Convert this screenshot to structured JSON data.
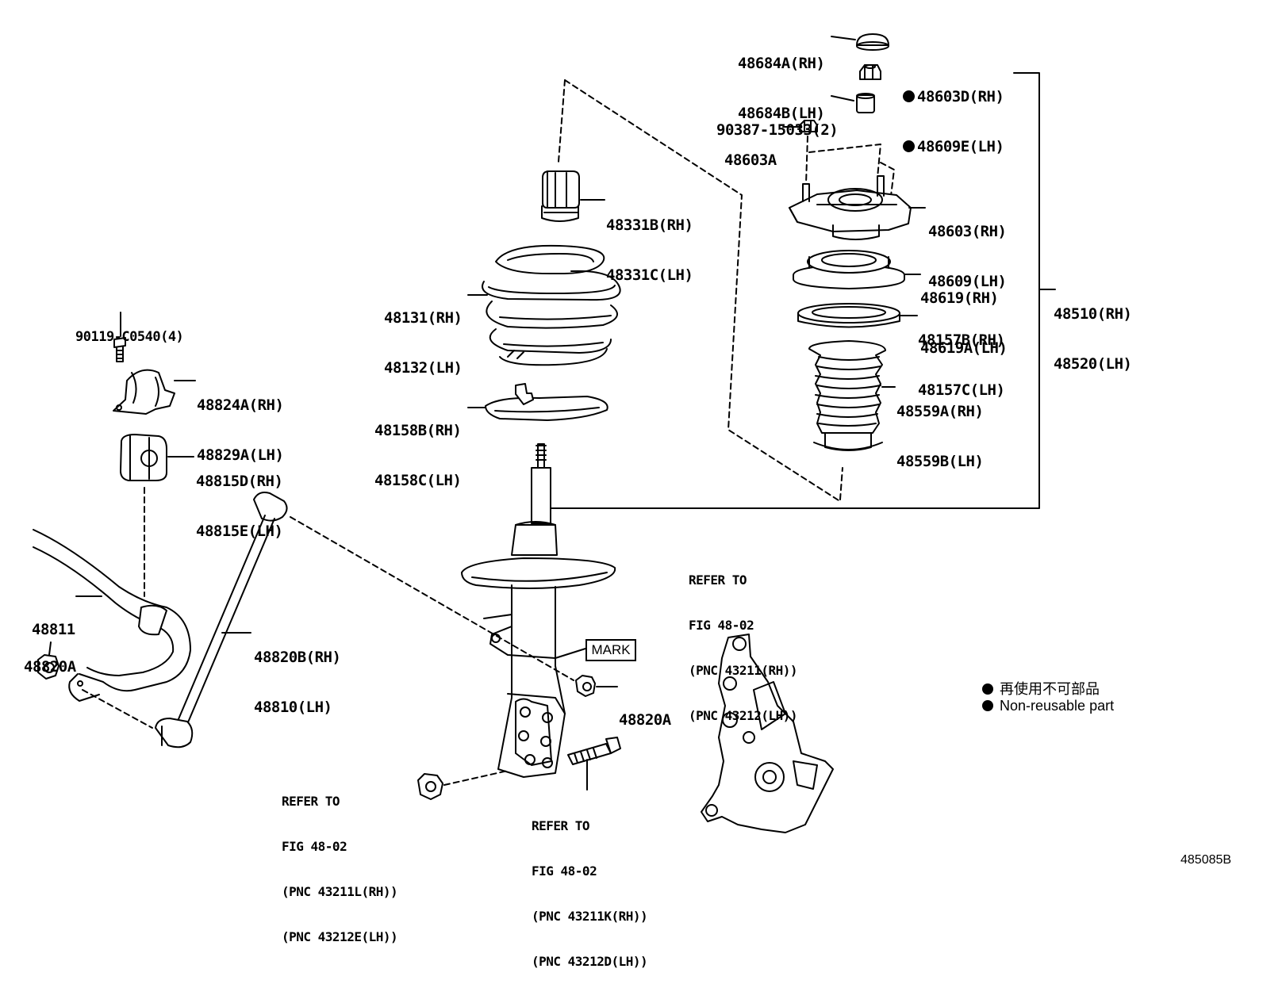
{
  "labels": {
    "p48684": [
      "48684A(RH)",
      "48684B(LH)"
    ],
    "p48603d": [
      "48603D(RH)",
      "48609E(LH)"
    ],
    "p90387": [
      "90387-15033(2)"
    ],
    "p48603a": [
      "48603A"
    ],
    "p48331": [
      "48331B(RH)",
      "48331C(LH)"
    ],
    "p48603": [
      "48603(RH)",
      "48609(LH)"
    ],
    "p48619": [
      "48619(RH)",
      "48619A(LH)"
    ],
    "p48510": [
      "48510(RH)",
      "48520(LH)"
    ],
    "p48131": [
      "48131(RH)",
      "48132(LH)"
    ],
    "p48157": [
      "48157B(RH)",
      "48157C(LH)"
    ],
    "p90119": [
      "90119-C0540(4)"
    ],
    "p48559": [
      "48559A(RH)",
      "48559B(LH)"
    ],
    "p48824": [
      "48824A(RH)",
      "48829A(LH)"
    ],
    "p48158": [
      "48158B(RH)",
      "48158C(LH)"
    ],
    "p48815": [
      "48815D(RH)",
      "48815E(LH)"
    ],
    "p48811": [
      "48811"
    ],
    "p48820a_left": [
      "48820A"
    ],
    "p48820b": [
      "48820B(RH)",
      "48810(LH)"
    ],
    "p48820a_right": [
      "48820A"
    ]
  },
  "refs": {
    "knuckle": [
      "REFER TO",
      "FIG 48-02",
      "(PNC 43211(RH))",
      "(PNC 43212(LH))"
    ],
    "nut": [
      "REFER TO",
      "FIG 48-02",
      "(PNC 43211L(RH))",
      "(PNC 43212E(LH))"
    ],
    "bolt": [
      "REFER TO",
      "FIG 48-02",
      "(PNC 43211K(RH))",
      "(PNC 43212D(LH))"
    ]
  },
  "mark_label": "MARK",
  "legend": {
    "jp": "再使用不可部品",
    "en": "Non-reusable part"
  },
  "figure_code": "485085B"
}
